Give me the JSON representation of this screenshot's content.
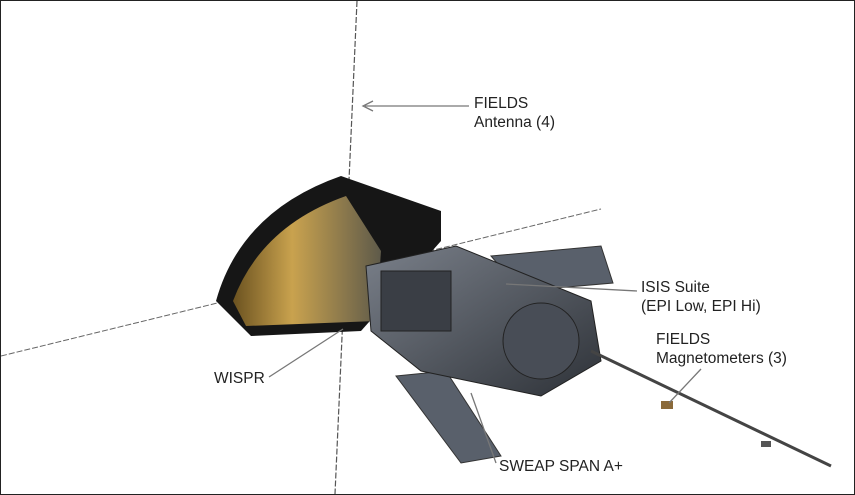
{
  "labels": {
    "fields_antenna": {
      "line1": "FIELDS",
      "line2": "Antenna (4)"
    },
    "isis_suite": {
      "line1": "ISIS Suite",
      "line2": "(EPI Low, EPI Hi)"
    },
    "fields_magnetometers": {
      "line1": "FIELDS",
      "line2": "Magnetometers (3)"
    },
    "wispr": "WISPR",
    "sweap": "SWEAP SPAN A+"
  },
  "colors": {
    "shield": "#1a1a1a",
    "gold": "#b08a3a",
    "body": "#4a4f58",
    "panel": "#5d6470",
    "leader": "#777777"
  }
}
